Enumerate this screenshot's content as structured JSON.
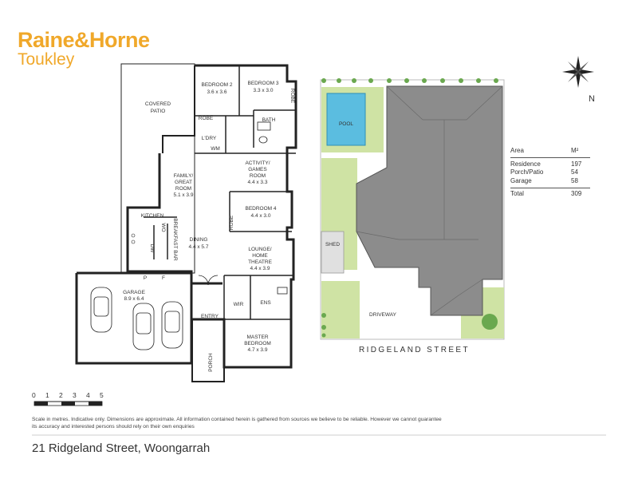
{
  "brand": {
    "name": "Raine&Horne",
    "office": "Toukley"
  },
  "rooms": {
    "covered_patio": [
      "COVERED",
      "PATIO"
    ],
    "bedroom2": [
      "BEDROOM 2",
      "3.6 x 3.6"
    ],
    "bedroom3": [
      "BEDROOM 3",
      "3.3 x 3.0"
    ],
    "robe": "ROBE",
    "bath": "BATH",
    "ldry": "L'DRY",
    "wm": "WM",
    "family": [
      "FAMILY/",
      "GREAT",
      "ROOM",
      "5.1 x 3.9"
    ],
    "activity": [
      "ACTIVITY/",
      "GAMES",
      "ROOM",
      "4.4 x 3.3"
    ],
    "kitchen": "KITCHEN",
    "wall_oven": "WO",
    "dishwasher": "DW",
    "breakfast_bar": "BREAKFAST BAR",
    "dining": [
      "DINING",
      "4.4 x 5.7"
    ],
    "bedroom4": [
      "BEDROOM 4",
      "4.4 x 3.0"
    ],
    "lounge": [
      "LOUNGE/",
      "HOME",
      "THEATRE",
      "4.4 x 3.9"
    ],
    "pantry": "P",
    "fridge": "F",
    "garage": [
      "GARAGE",
      "8.9 x 6.4"
    ],
    "wir": "WIR",
    "ens": "ENS",
    "entry": "ENTRY",
    "master": [
      "MASTER",
      "BEDROOM",
      "4.7 x 3.9"
    ],
    "porch": "PORCH"
  },
  "site": {
    "pool": "POOL",
    "shed": "SHED",
    "driveway": "DRIVEWAY",
    "street": "RIDGELAND STREET",
    "north": "N"
  },
  "area_table": {
    "header": {
      "label": "Area",
      "unit": "M²"
    },
    "rows": [
      {
        "label": "Residence",
        "value": "197"
      },
      {
        "label": "Porch/Patio",
        "value": "54"
      },
      {
        "label": "Garage",
        "value": "58"
      }
    ],
    "total": {
      "label": "Total",
      "value": "309"
    }
  },
  "scale": {
    "ticks": [
      "0",
      "1",
      "2",
      "3",
      "4",
      "5"
    ]
  },
  "disclaimer": "Scale in metres. Indicative only. Dimensions are approximate. All information contained herein is gathered from sources we believe to be reliable. However we cannot guarantee its accuracy and interested persons should rely on their own enquiries",
  "address": "21 Ridgeland Street, Woongarrah",
  "colors": {
    "brand": "#f0a82a",
    "pool": "#5bbde0",
    "lawn": "#cfe3a4",
    "roof": "#8c8c8c",
    "tree": "#6aa84f"
  }
}
